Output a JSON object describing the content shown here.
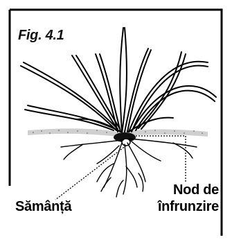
{
  "figure": {
    "label": "Fig. 4.1"
  },
  "labels": {
    "seed": "Sămânță",
    "node_line1": "Nod de",
    "node_line2": "înfrunzire"
  }
}
